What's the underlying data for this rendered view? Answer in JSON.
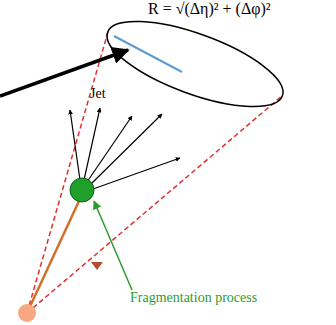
{
  "diagram": {
    "labels": [
      "R = √(Δη)² + (Δφ)²",
      "Jet",
      "Fragmentation process"
    ]
  }
}
